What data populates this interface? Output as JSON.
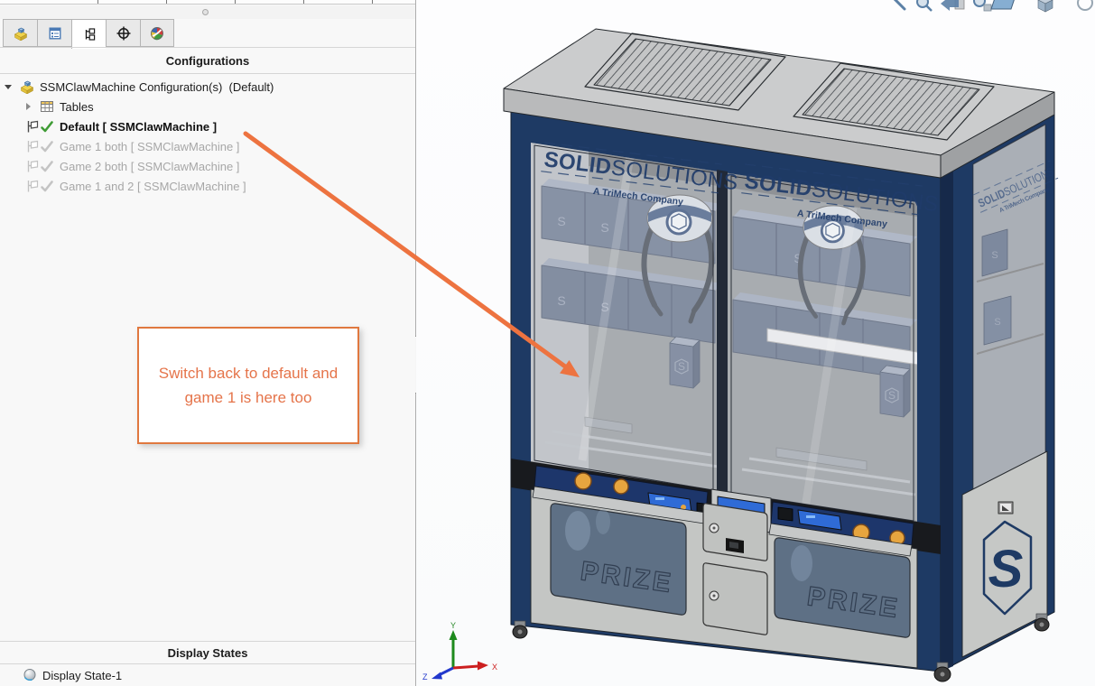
{
  "panel": {
    "header": "Configurations",
    "active_tab": "configuration-manager",
    "tab_icons": [
      "feature-manager-icon",
      "property-manager-icon",
      "configuration-manager-icon",
      "dimxpert-manager-icon",
      "display-manager-icon"
    ],
    "tree": {
      "root_label": "SSMClawMachine Configuration(s)  (Default)",
      "tables_label": "Tables",
      "configs": [
        {
          "label": "Default [ SSMClawMachine ]",
          "active": true
        },
        {
          "label": "Game 1 both [ SSMClawMachine ]",
          "active": false
        },
        {
          "label": "Game 2 both [ SSMClawMachine ]",
          "active": false
        },
        {
          "label": "Game 1 and 2 [ SSMClawMachine ]",
          "active": false
        }
      ]
    },
    "display_states": {
      "header": "Display States",
      "items": [
        {
          "label": "Display State-1"
        }
      ]
    }
  },
  "annotation": {
    "text": "Switch back to default and game 1 is here too",
    "text_color": "#e5744a",
    "border_color": "#e0783f"
  },
  "arrow_color": "#ed7340",
  "viewport": {
    "machine": {
      "brand_bold": "SOLID",
      "brand_light": "SOLUTIONS",
      "tagline": "A TriMech Company",
      "prize_label": "PRIZE",
      "logo_letter": "S",
      "frame_color": "#1e3a64"
    },
    "triad": {
      "x": "X",
      "y": "Y",
      "z": "Z"
    }
  }
}
